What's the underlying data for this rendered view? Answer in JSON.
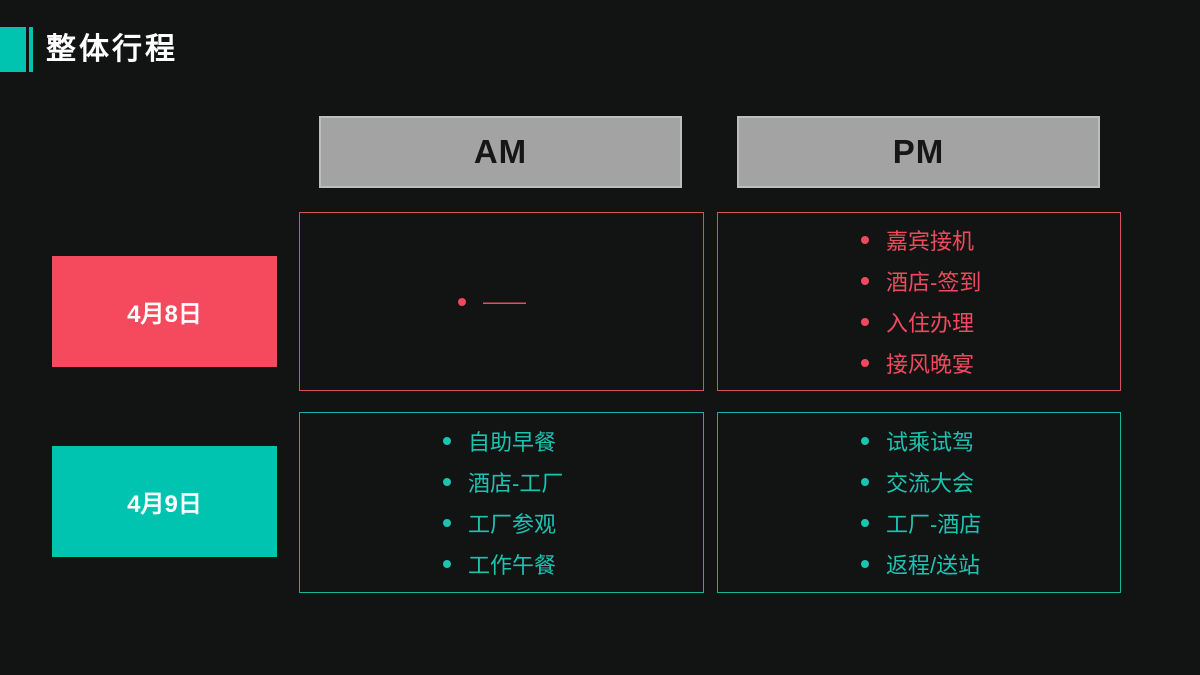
{
  "slide": {
    "title": "整体行程"
  },
  "theme": {
    "background": "#121413",
    "teal": "#00c4b0",
    "red": "#f54a5e",
    "red_text": "#ee4a5f",
    "teal_text": "#1dc3b1",
    "header_fill": "#a3a3a3",
    "header_border": "#bdbdbd",
    "header_text": "#161616",
    "title_text": "#ffffff"
  },
  "columns": [
    {
      "label": "AM"
    },
    {
      "label": "PM"
    }
  ],
  "rows": [
    {
      "date": "4月8日",
      "color": "red",
      "am_items": [
        "——"
      ],
      "pm_items": [
        "嘉宾接机",
        "酒店-签到",
        "入住办理",
        "接风晚宴"
      ]
    },
    {
      "date": "4月9日",
      "color": "teal",
      "am_items": [
        "自助早餐",
        "酒店-工厂",
        "工厂参观",
        "工作午餐"
      ],
      "pm_items": [
        "试乘试驾",
        "交流大会",
        "工厂-酒店",
        "返程/送站"
      ]
    }
  ]
}
